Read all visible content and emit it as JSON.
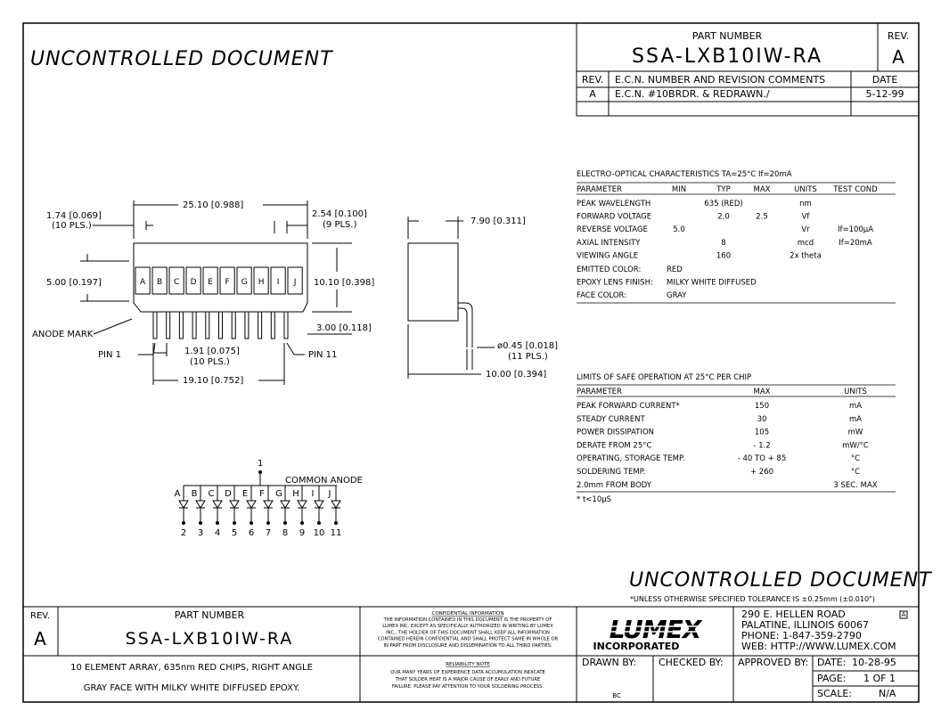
{
  "watermark": "UNCONTROLLED DOCUMENT",
  "title_block_top": {
    "part_number_label": "PART NUMBER",
    "part_number": "SSA-LXB10IW-RA",
    "rev_label": "REV.",
    "rev": "A",
    "col_rev": "REV.",
    "col_ecn": "E.C.N. NUMBER AND REVISION COMMENTS",
    "col_date": "DATE",
    "rows": [
      {
        "rev": "A",
        "ecn": "E.C.N. #10BRDR. & REDRAWN./",
        "date": "5-12-99"
      }
    ]
  },
  "dimensions": {
    "d_pitch_top": "1.74 [0.069]",
    "d_pitch_top_n": "(10 PLS.)",
    "d_width": "25.10 [0.988]",
    "d_gap": "2.54 [0.100]",
    "d_gap_n": "(9 PLS.)",
    "d_depth": "7.90 [0.311]",
    "d_left_h": "5.00 [0.197]",
    "d_height": "10.10 [0.398]",
    "anode_mark": "ANODE MARK",
    "d_pin_len": "3.00 [0.118]",
    "pin1": "PIN 1",
    "pin11": "PIN 11",
    "d_pin_pitch": "1.91 [0.075]",
    "d_pin_pitch_n": "(10 PLS.)",
    "d_pin_span": "19.10 [0.752]",
    "d_pin_dia": "ø0.45 [0.018]",
    "d_pin_dia_n": "(11 PLS.)",
    "d_side_len": "10.00 [0.394]"
  },
  "segments": [
    "A",
    "B",
    "C",
    "D",
    "E",
    "F",
    "G",
    "H",
    "I",
    "J"
  ],
  "schematic": {
    "common_label": "COMMON ANODE",
    "common_pin": "1",
    "pins": [
      "2",
      "3",
      "4",
      "5",
      "6",
      "7",
      "8",
      "9",
      "10",
      "11"
    ]
  },
  "electro_optical": {
    "title": "ELECTRO-OPTICAL CHARACTERISTICS TA=25°C     If=20mA",
    "headers": [
      "PARAMETER",
      "MIN",
      "TYP",
      "MAX",
      "UNITS",
      "TEST COND"
    ],
    "rows": [
      [
        "PEAK WAVELENGTH",
        "",
        "635 (RED)",
        "",
        "nm",
        ""
      ],
      [
        "FORWARD VOLTAGE",
        "",
        "2.0",
        "2.5",
        "Vf",
        ""
      ],
      [
        "REVERSE VOLTAGE",
        "5.0",
        "",
        "",
        "Vr",
        "If=100µA"
      ],
      [
        "AXIAL INTENSITY",
        "",
        "8",
        "",
        "mcd",
        "If=20mA"
      ],
      [
        "VIEWING ANGLE",
        "",
        "160",
        "",
        "2x theta",
        ""
      ]
    ],
    "extras": [
      [
        "EMITTED COLOR:",
        "RED"
      ],
      [
        "EPOXY LENS FINISH:",
        "MILKY WHITE DIFFUSED"
      ],
      [
        "FACE COLOR:",
        "GRAY"
      ]
    ]
  },
  "limits": {
    "title": "LIMITS OF SAFE OPERATION AT 25°C PER CHIP",
    "headers": [
      "PARAMETER",
      "MAX",
      "UNITS"
    ],
    "rows": [
      [
        "PEAK FORWARD CURRENT*",
        "150",
        "mA"
      ],
      [
        "STEADY CURRENT",
        "30",
        "mA"
      ],
      [
        "POWER DISSIPATION",
        "105",
        "mW"
      ],
      [
        "DERATE FROM 25°C",
        "- 1.2",
        "mW/°C"
      ],
      [
        "OPERATING, STORAGE TEMP.",
        "- 40 TO + 85",
        "°C"
      ],
      [
        "SOLDERING TEMP.",
        "+ 260",
        "°C"
      ],
      [
        "2.0mm FROM BODY",
        "",
        "3 SEC. MAX"
      ]
    ],
    "footnote": "* t<10µS"
  },
  "tolerance_note": "*UNLESS OTHERWISE SPECIFIED TOLERANCE IS ±0.25mm (±0.010\")",
  "title_block_bottom": {
    "rev_label": "REV.",
    "rev": "A",
    "part_number_label": "PART NUMBER",
    "part_number": "SSA-LXB10IW-RA",
    "description_1": "10 ELEMENT ARRAY, 635nm RED CHIPS, RIGHT ANGLE",
    "description_2": "GRAY FACE WITH MILKY WHITE DIFFUSED EPOXY.",
    "confidential_title": "CONFIDENTIAL INFORMATION",
    "confidential_lines": [
      "THE INFORMATION CONTAINED IN THIS DOCUMENT IS THE PROPERTY OF",
      "LUMEX INC. EXCEPT AS SPECIFICALLY AUTHORIZED IN WRITING BY LUMEX",
      "INC., THE HOLDER OF THIS DOCUMENT SHALL KEEP ALL INFORMATION",
      "CONTAINED HEREIN CONFIDENTIAL AND SHALL PROTECT SAME IN WHOLE OR",
      "IN PART FROM DISCLOSURE AND DISSEMINATION TO ALL THIRD PARTIES."
    ],
    "reliability_title": "RELIABILITY NOTE",
    "reliability_lines": [
      "OUR MANY YEARS OF EXPERIENCE DATA ACCUMULATION INDICATE",
      "THAT SOLDER HEAT IS A MAJOR CAUSE OF EARLY AND FUTURE",
      "FAILURE.  PLEASE PAY ATTENTION TO YOUR SOLDERING PROCESS."
    ],
    "logo": "LUMEX",
    "logo_sub": "INCORPORATED",
    "address_1": "290  E.  HELLEN  ROAD",
    "address_2": "PALATINE,  ILLINOIS  60067",
    "phone": "PHONE:  1-847-359-2790",
    "web": "WEB:  HTTP://WWW.LUMEX.COM",
    "sheet_letter": "A",
    "drawn_by_label": "DRAWN BY:",
    "drawn_by": "BC",
    "checked_by_label": "CHECKED BY:",
    "approved_by_label": "APPROVED BY:",
    "date_label": "DATE:",
    "date": "10-28-95",
    "page_label": "PAGE:",
    "page": "1 OF 1",
    "scale_label": "SCALE:",
    "scale": "N/A"
  }
}
